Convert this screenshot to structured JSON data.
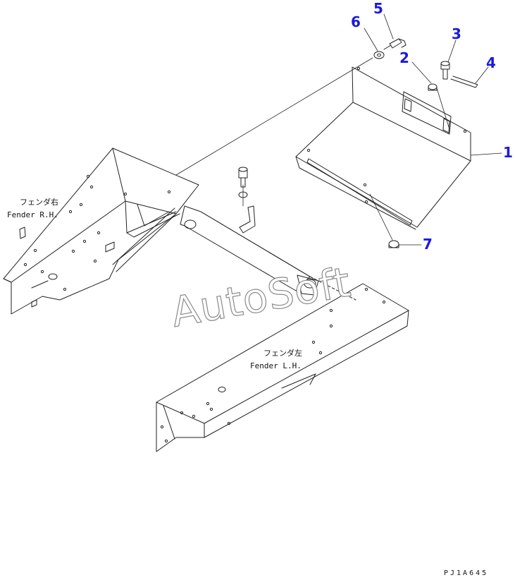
{
  "diagram": {
    "callouts": [
      "1",
      "2",
      "3",
      "4",
      "5",
      "6",
      "7"
    ],
    "fender_rh": {
      "jp": "フェンダ右",
      "en": "Fender R.H."
    },
    "fender_lh": {
      "jp": "フェンダ左",
      "en": "Fender L.H."
    },
    "watermark": "AutoSoft",
    "drawing_code": "PJ1A645",
    "colors": {
      "callout": "#1a1adc",
      "line": "#222222",
      "watermark_outline": "#8a8a8a"
    }
  }
}
